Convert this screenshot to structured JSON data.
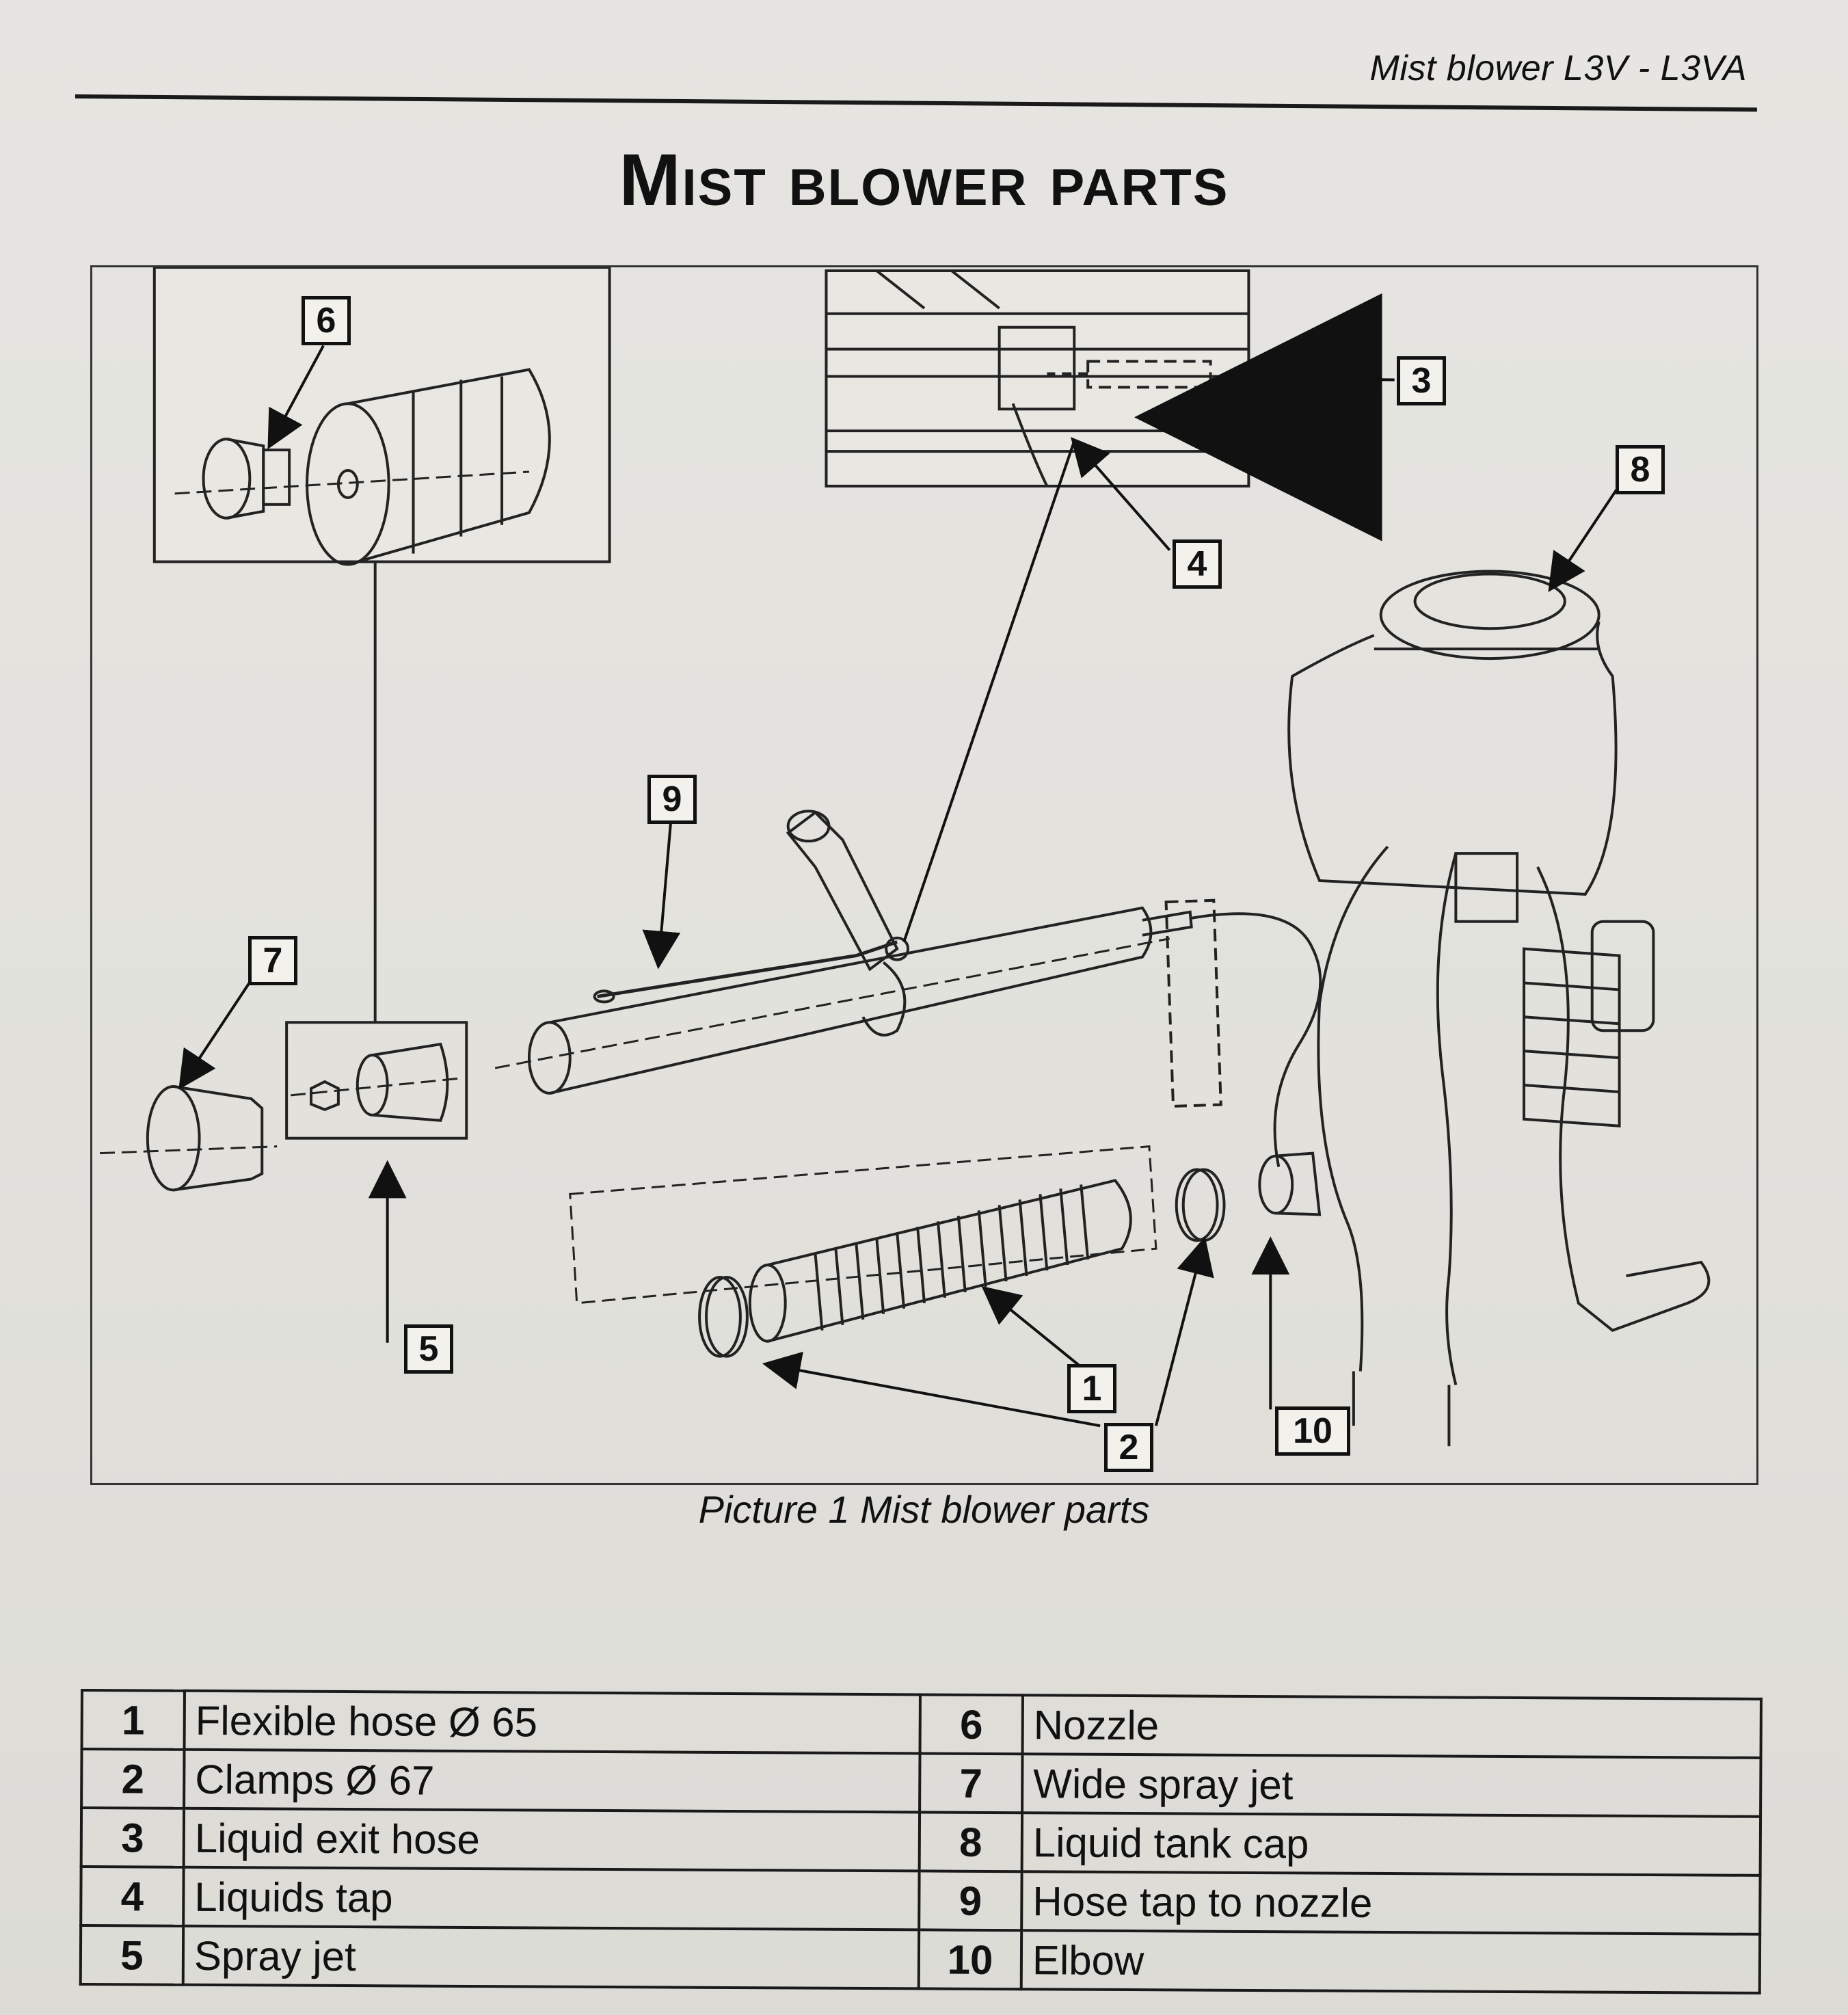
{
  "header": {
    "title": "Mist blower L3V - L3VA"
  },
  "page_title": "Mist blower parts",
  "figure": {
    "callouts": {
      "c1": "1",
      "c2": "2",
      "c3": "3",
      "c4": "4",
      "c5": "5",
      "c6": "6",
      "c7": "7",
      "c8": "8",
      "c9": "9",
      "c10": "10"
    },
    "caption": "Picture 1 Mist blower parts"
  },
  "parts_table": {
    "rows": [
      {
        "left_no": "1",
        "left_name": "Flexible hose Ø 65",
        "right_no": "6",
        "right_name": "Nozzle"
      },
      {
        "left_no": "2",
        "left_name": "Clamps Ø 67",
        "right_no": "7",
        "right_name": "Wide spray jet"
      },
      {
        "left_no": "3",
        "left_name": "Liquid exit hose",
        "right_no": "8",
        "right_name": "Liquid tank cap"
      },
      {
        "left_no": "4",
        "left_name": "Liquids tap",
        "right_no": "9",
        "right_name": "Hose tap to nozzle"
      },
      {
        "left_no": "5",
        "left_name": "Spray jet",
        "right_no": "10",
        "right_name": "Elbow"
      }
    ]
  }
}
